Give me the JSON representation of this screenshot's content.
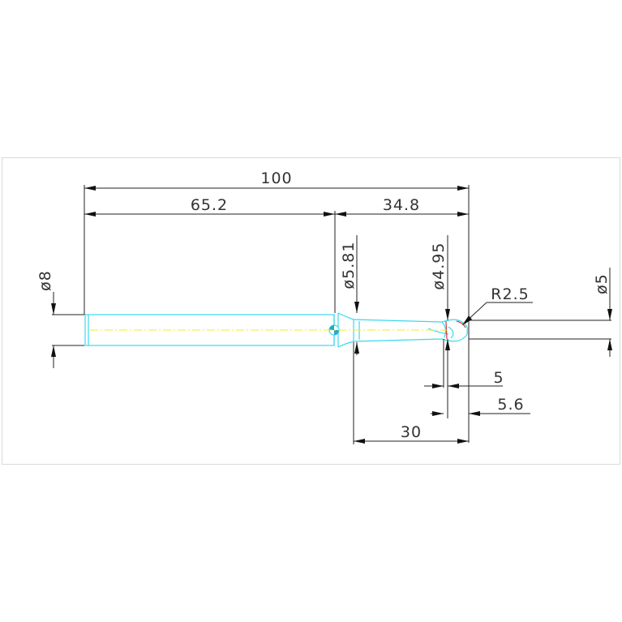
{
  "drawing": {
    "dimensions": {
      "overall_length": "100",
      "shank_length": "65.2",
      "neck_length": "34.8",
      "reach_length": "30",
      "ball_offset_5": "5",
      "ball_offset_5_6": "5.6",
      "shank_diameter": "ø8",
      "neck_diameter_5_81": "ø5.81",
      "neck_diameter_4_95": "ø4.95",
      "tip_diameter": "ø5",
      "ball_radius": "R2.5"
    },
    "colors": {
      "background": "#ffffff",
      "frame": "#d9d9d9",
      "part_outline": "#38d8ee",
      "center_line": "#f2ee2a",
      "dimension_lines": "#222222",
      "accent_red": "#d23a3a",
      "dimension_text": "#333333"
    }
  }
}
